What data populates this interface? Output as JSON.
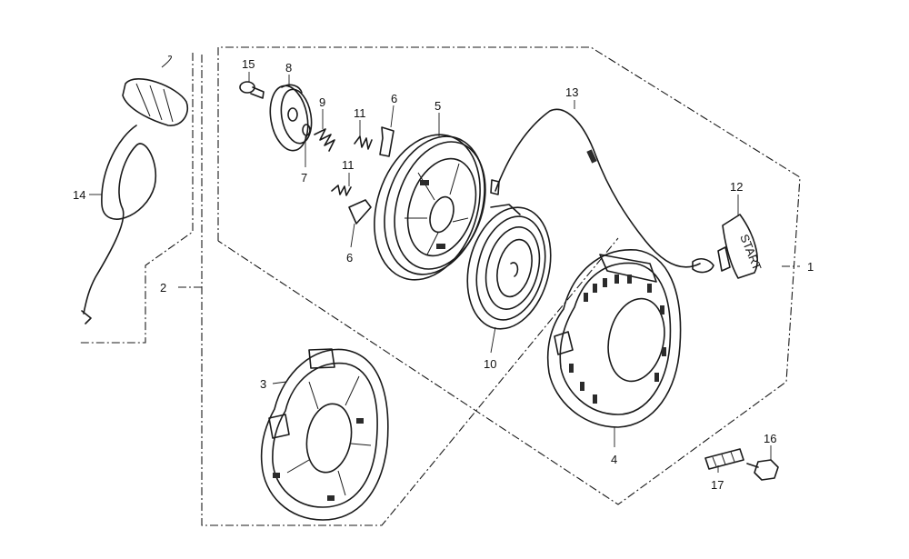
{
  "diagram": {
    "part_labels": [
      "1",
      "2",
      "3",
      "4",
      "5",
      "6",
      "6",
      "7",
      "8",
      "9",
      "10",
      "11",
      "11",
      "12",
      "13",
      "14",
      "15",
      "16",
      "17"
    ],
    "handle_text": "START"
  }
}
